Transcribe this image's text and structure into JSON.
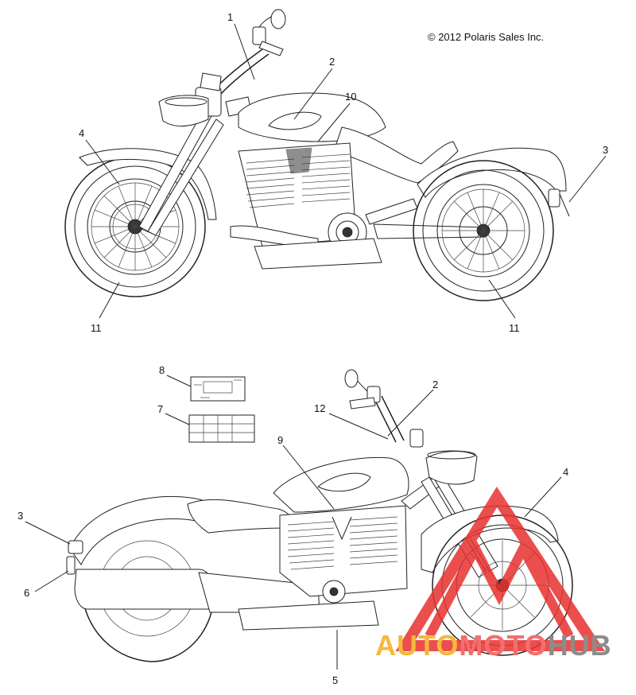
{
  "copyright": "© 2012 Polaris Sales Inc.",
  "callouts_top": [
    "1",
    "2",
    "10",
    "3",
    "4",
    "11",
    "11"
  ],
  "callouts_bottom": [
    "8",
    "7",
    "2",
    "12",
    "9",
    "3",
    "4",
    "6",
    "5"
  ],
  "watermark": {
    "part_a": "AUTO",
    "part_b": "MOTO",
    "part_c": "HUB",
    "color_a": "#f5b83d",
    "color_b": "#f36f6f",
    "color_c": "#8c8c8c",
    "triangle_color": "#e8312f"
  },
  "colors": {
    "line": "#222222",
    "background": "#ffffff"
  }
}
